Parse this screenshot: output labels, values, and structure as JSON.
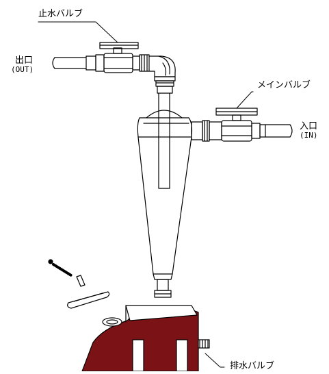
{
  "labels": {
    "stop_valve": "止水バルブ",
    "main_valve": "メインバルブ",
    "outlet": "出口",
    "outlet_en": "(OUT)",
    "inlet": "入口",
    "inlet_en": "(IN)",
    "drain_valve": "排水バルブ"
  },
  "colors": {
    "line": "#000000",
    "tank_fill": "#7b1216",
    "background": "#ffffff"
  }
}
